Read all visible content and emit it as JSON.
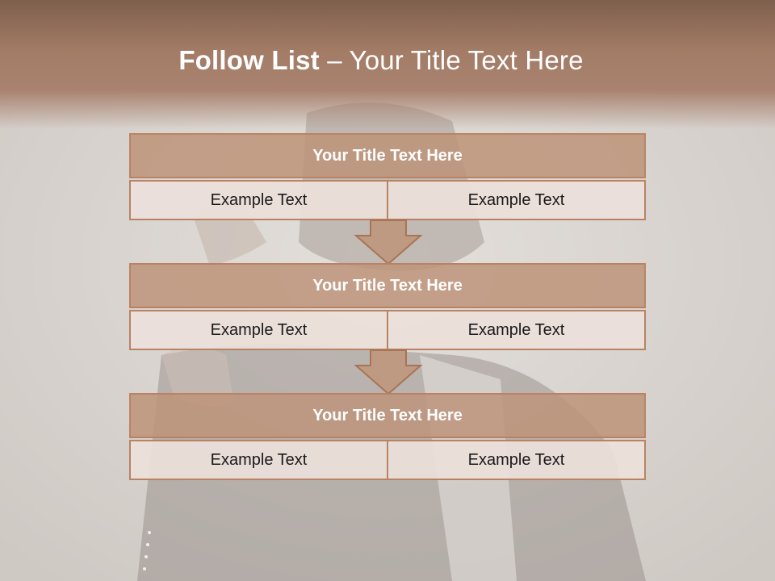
{
  "title": {
    "bold": "Follow List",
    "rest": " – Your Title Text Here"
  },
  "blocks": [
    {
      "title": "Your Title Text Here",
      "left": "Example Text",
      "right": "Example Text"
    },
    {
      "title": "Your Title Text Here",
      "left": "Example Text",
      "right": "Example Text"
    },
    {
      "title": "Your Title Text Here",
      "left": "Example Text",
      "right": "Example Text"
    }
  ],
  "colors": {
    "header": "#a37c66",
    "box_fill": "#be947a",
    "box_border": "#b98363",
    "cell_fill": "#ebe0da"
  }
}
